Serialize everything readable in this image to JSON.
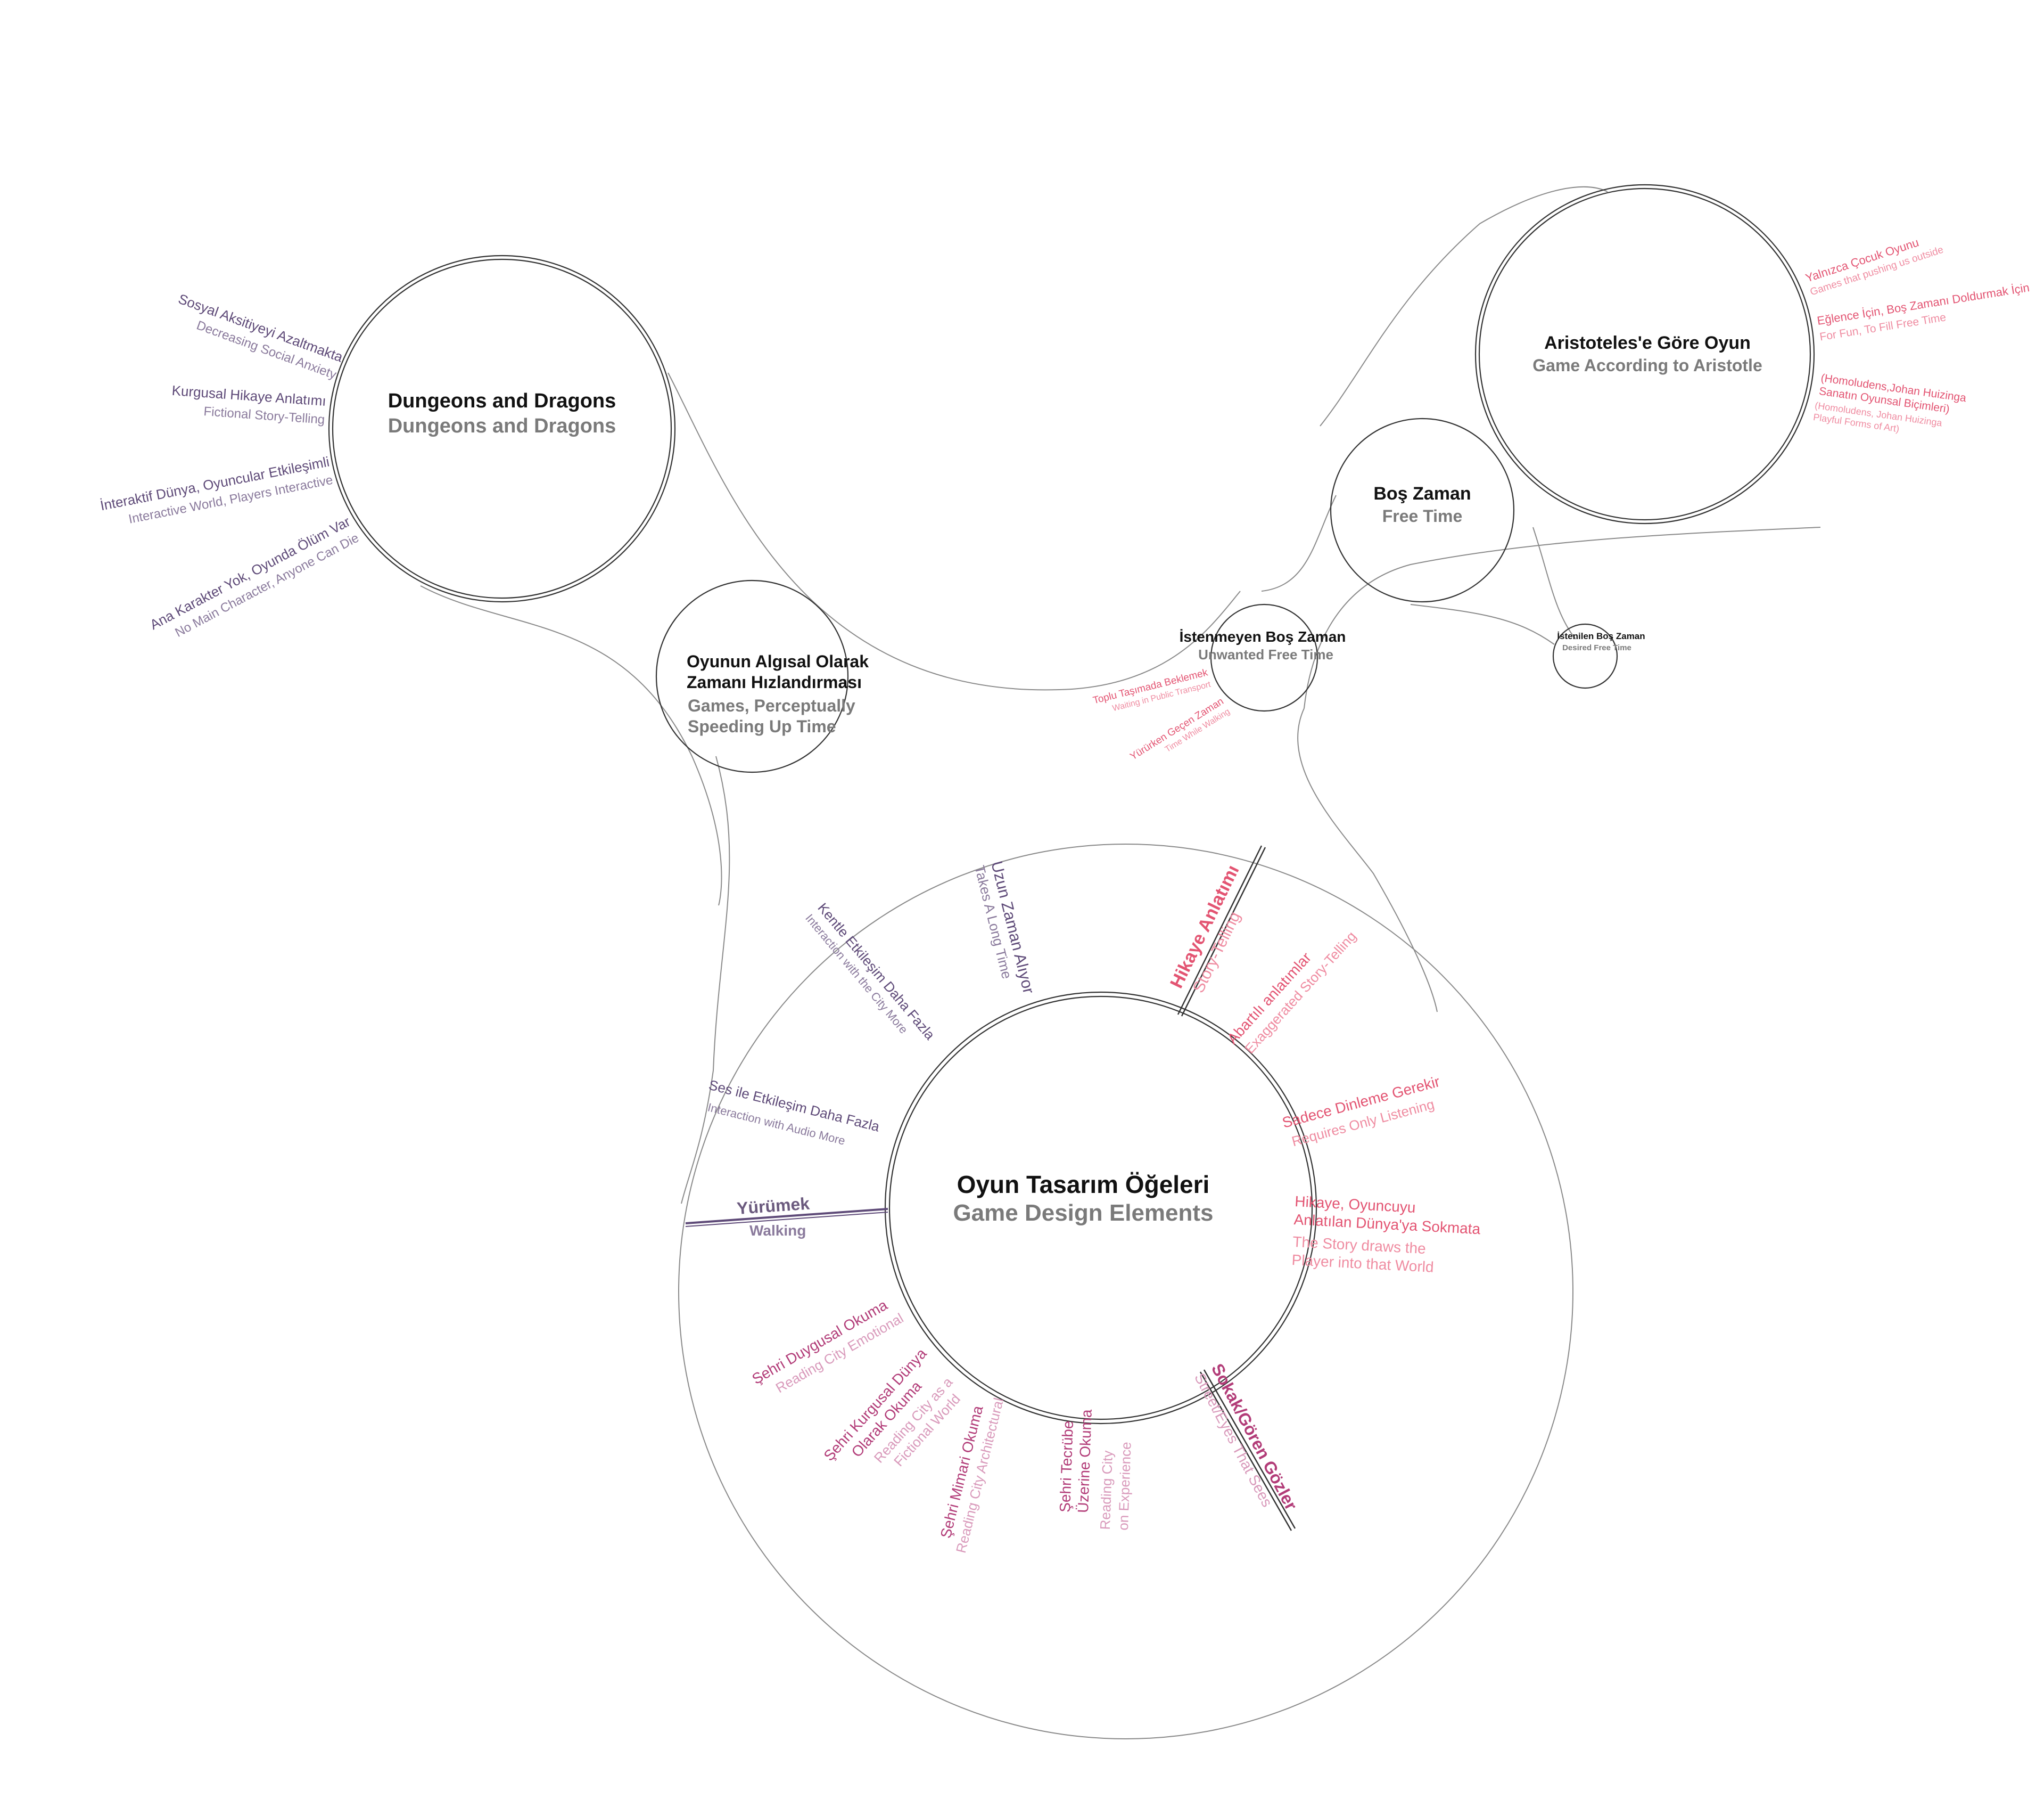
{
  "nodes": {
    "dnd": {
      "title": "Dungeons and Dragons",
      "subtitle": "Dungeons and Dragons"
    },
    "perceptual": {
      "title_1": "Oyunun Algısal Olarak",
      "title_2": "Zamanı Hızlandırması",
      "subtitle_1": "Games, Perceptually",
      "subtitle_2": "Speeding Up Time"
    },
    "aristotle": {
      "title": "Aristoteles'e Göre Oyun",
      "subtitle": "Game According to Aristotle"
    },
    "free_time": {
      "title": "Boş Zaman",
      "subtitle": "Free Time"
    },
    "unwanted": {
      "title": "İstenmeyen Boş Zaman",
      "subtitle": "Unwanted Free Time"
    },
    "desired": {
      "title": "İstenilen Boş Zaman",
      "subtitle": "Desired Free Time"
    },
    "center": {
      "title": "Oyun Tasarım Öğeleri",
      "subtitle": "Game Design Elements"
    }
  },
  "dnd_branches": [
    {
      "tr": "Sosyal Aksitiyeyi Azaltmakta",
      "en": "Decreasing Social Anxiety"
    },
    {
      "tr": "Kurgusal Hikaye Anlatımı",
      "en": "Fictional Story-Telling"
    },
    {
      "tr": "İnteraktif Dünya, Oyuncular Etkileşimli",
      "en": "Interactive World, Players Interactive"
    },
    {
      "tr": "Ana Karakter Yok, Oyunda Ölüm Var",
      "en": "No Main Character, Anyone Can Die"
    }
  ],
  "aristotle_branches": [
    {
      "tr": "Yalnızca Çocuk Oyunu",
      "en": "Games that pushing us outside"
    },
    {
      "tr": "Eğlence İçin, Boş Zamanı Doldurmak İçin",
      "en": "For Fun, To Fill Free Time"
    },
    {
      "tr_1": "(Homoludens,Johan Huizinga",
      "tr_2": "Sanatın Oyunsal Biçimleri)",
      "en_1": "(Homoludens, Johan Huizinga",
      "en_2": "Playful Forms of Art)"
    }
  ],
  "unwanted_branches": [
    {
      "tr": "Toplu Taşımada Beklemek",
      "en": "Waiting in Public Transport"
    },
    {
      "tr": "Yürürken Geçen Zaman",
      "en": "Time While Walking"
    }
  ],
  "center_branches": {
    "uzun_zaman": {
      "tr": "Uzun Zaman Alıyor",
      "en": "Takes A Long Time"
    },
    "kentle": {
      "tr": "Kentle Etkileşim Daha Fazla",
      "en": "Interaction with the City More"
    },
    "ses": {
      "tr": "Ses ile Etkileşim Daha Fazla",
      "en": "Interaction with Audio More"
    },
    "yurumek": {
      "tr": "Yürümek",
      "en": "Walking"
    },
    "hikaye": {
      "tr": "Hikaye Anlatımı",
      "en": "Story-Telling"
    },
    "abartili": {
      "tr": "Abartılı anlatımlar",
      "en": "Exaggerated Story-Telling"
    },
    "sadece": {
      "tr": "Sadece Dinleme Gerekir",
      "en": "Requires Only Listening"
    },
    "hikaye_oyuncu": {
      "tr_1": "Hikaye, Oyuncuyu",
      "tr_2": "Anlatılan Dünya'ya Sokmata",
      "en_1": "The Story draws the",
      "en_2": "Player into that World"
    },
    "duygusal": {
      "tr": "Şehri Duygusal Okuma",
      "en": "Reading City Emotional"
    },
    "kurgusal": {
      "tr_1": "Şehri Kurgusal Dünya",
      "tr_2": "Olarak Okuma",
      "en_1": "Reading City as a",
      "en_2": "Fictional World"
    },
    "mimari": {
      "tr": "Şehri Mimari Okuma",
      "en": "Reading City Architectural"
    },
    "tecrube": {
      "tr_1": "Şehri Tecrübe",
      "tr_2": "Üzerine Okuma",
      "en_1": "Reading City",
      "en_2": "on Experience"
    },
    "sokak": {
      "tr": "Sokak/Gören Gözler",
      "en": "Street/Eyes That Sees"
    }
  },
  "colors": {
    "purple": "#5e4a78",
    "pink": "#e35472",
    "rose": "#b23c78",
    "gray_text": "#7a7a7a",
    "line": "#8a8a8a"
  }
}
